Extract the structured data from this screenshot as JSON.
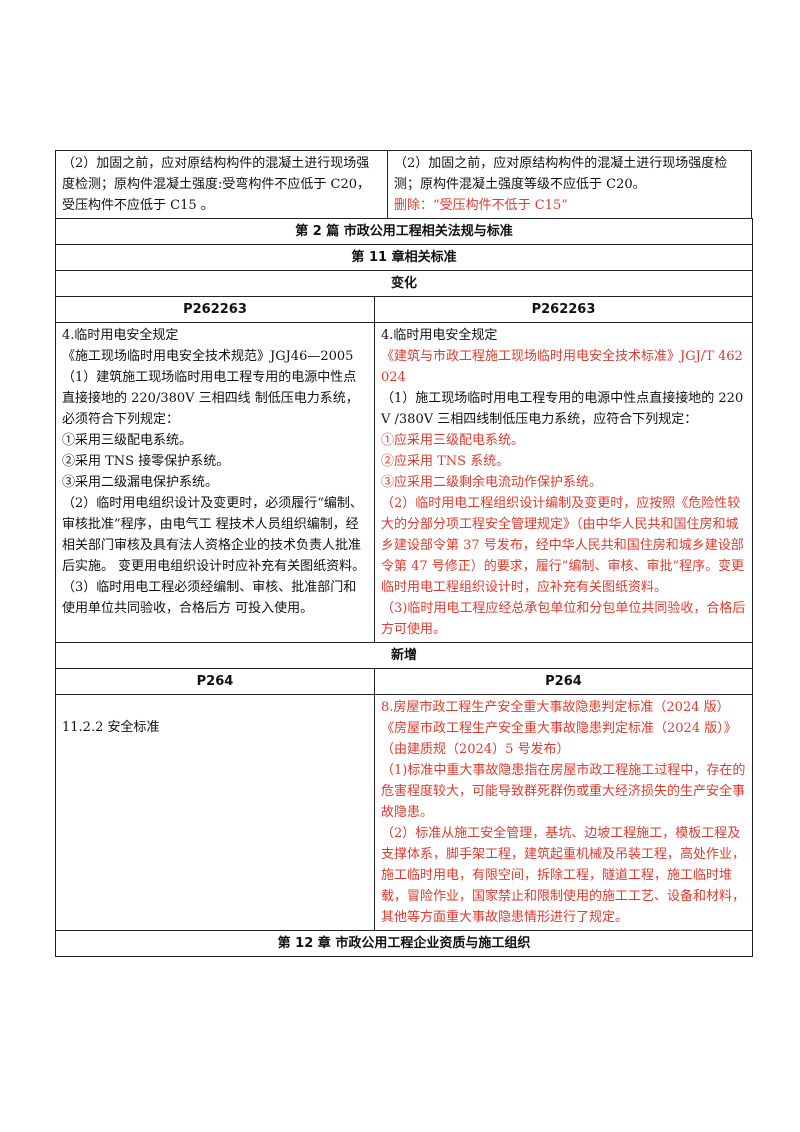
{
  "top": {
    "left": "（2）加固之前，应对原结构构件的混凝土进行现场强度检测；原构件混凝土强度:受弯构件不应低于 C20，受压构件不应低于 C15 。",
    "right_text": "（2）加固之前，应对原结构构件的混凝土进行现场强度检测；原构件混凝土强度等级不应低于 C20。",
    "right_deleted": "删除：“受压构件不低于 C15”"
  },
  "part_title": "第 2 篇  市政公用工程相关法规与标准",
  "chapter11_title": "第 11 章相关标准",
  "change_label": "变化",
  "page_ref_change": {
    "left": "P262263",
    "right": "P262263"
  },
  "change_left": [
    "4.临时用电安全规定",
    "《施工现场临时用电安全技术规范》JGJ46—2005",
    "（1）建筑施工现场临时用电工程专用的电源中性点直接接地的 220/380V 三相四线  制低压电力系统，必须符合下列规定：",
    "①采用三级配电系统。",
    "②采用 TNS 接零保护系统。",
    "③采用二级漏电保护系统。",
    "（2）临时用电组织设计及变更时，必须履行“编制、审核批准”程序，由电气工   程技术人员组织编制，经相关部门审核及具有法人资格企业的技术负责人批准后实施。  变更用电组织设计时应补充有关图纸资料。",
    "（3）临时用电工程必须经编制、审核、批准部门和使用单位共同验收，合格后方  可投入使用。"
  ],
  "change_right": [
    {
      "text": "4.临时用电安全规定",
      "red": false
    },
    {
      "text": "《建筑与市政工程施工现场临时用电安全技术标准》JGJ/T 462024",
      "red": true
    },
    {
      "text": "（1）施工现场临时用电工程专用的电源中性点直接接地的 220V /380V 三相四线制低压电力系统，应符合下列规定：",
      "red": false
    },
    {
      "text": "①应采用三级配电系统。",
      "red": true
    },
    {
      "text": "②应采用 TNS  系统。",
      "red": true
    },
    {
      "text": "③应采用二级剩余电流动作保护系统。",
      "red": true
    },
    {
      "text": "（2）临时用电工程组织设计编制及变更时，应按照《危险性较大的分部分项工程安全管理规定》（由中华人民共和国住房和城乡建设部令第 37 号发布，经中华人民共和国住房和城乡建设部令第 47 号修正）的要求，履行”编制、审核、审批”程序。变更临时用电工程组织设计时，应补充有关图纸资料。",
      "red": true
    },
    {
      "text": "（3)临时用电工程应经总承包单位和分包单位共同验收，合格后方可使用。",
      "red": true
    }
  ],
  "new_label": "新增",
  "page_ref_new": {
    "left": "P264",
    "right": "P264"
  },
  "new_left": "11.2.2 安全标准",
  "new_right": [
    "8.房屋市政工程生产安全重大事故隐患判定标准（2024 版）",
    "《房屋市政工程生产安全重大事故隐患判定标准（2024 版）》（由建质规（2024）5 号发布）",
    "（1)标准中重大事故隐患指在房屋市政工程施工过程中，存在的危害程度较大，可能导致群死群伤或重大经济损失的生产安全事故隐患。",
    "（2）标准从施工安全管理，基坑、边坡工程施工，模板工程及支撑体系，脚手架工程，建筑起重机械及吊装工程，高处作业，施工临时用电，有限空间，拆除工程，隧道工程，施工临时堆载，冒险作业，国家禁止和限制使用的施工工艺、设备和材料，其他等方面重大事故隐患情形进行了规定。"
  ],
  "chapter12_title": "第 12 章  市政公用工程企业资质与施工组织",
  "colors": {
    "red": "#e03a2e",
    "text": "#111111",
    "border": "#222222"
  }
}
